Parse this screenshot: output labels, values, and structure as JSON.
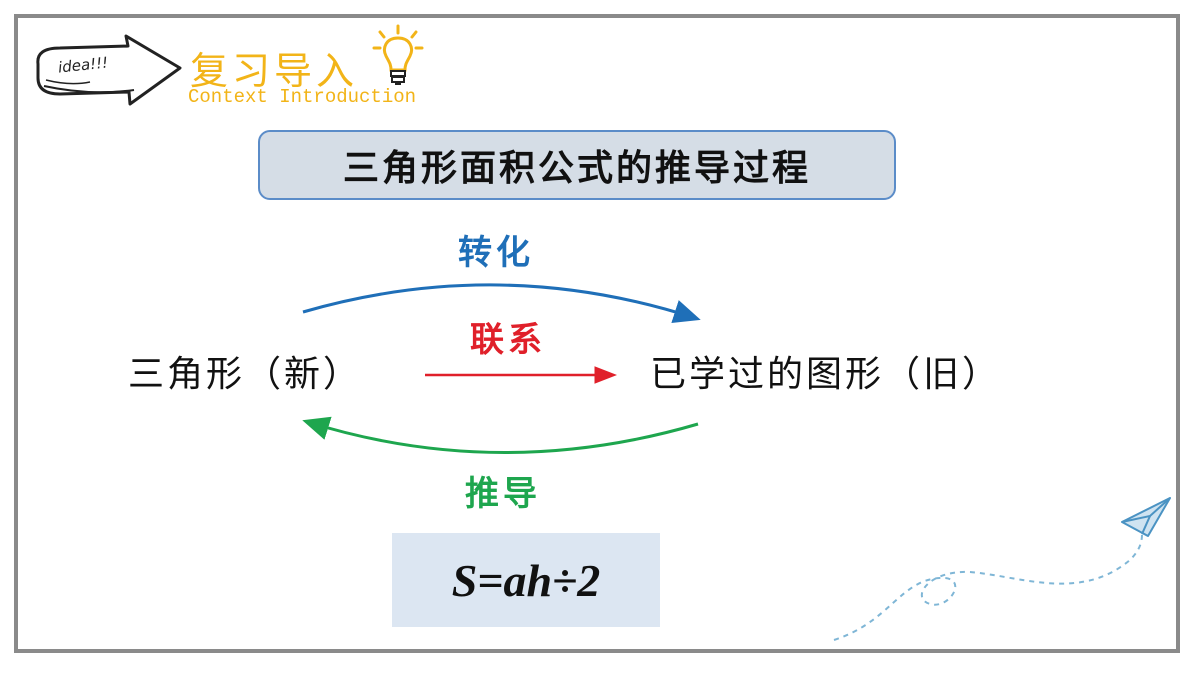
{
  "header": {
    "badge_text": "idea!!!",
    "title": "复习导入",
    "subtitle": "Context Introduction"
  },
  "main": {
    "title": "三角形面积公式的推导过程",
    "left_shape": "三角形（新）",
    "right_shape": "已学过的图形（旧）",
    "top_arrow_label": "转化",
    "middle_arrow_label": "联系",
    "bottom_arrow_label": "推导",
    "formula": "S=ah÷2"
  },
  "colors": {
    "accent_yellow": "#f2b418",
    "blue": "#1f6fb8",
    "red": "#e0202a",
    "green": "#1ea64e",
    "title_box_fill": "#d5dde6",
    "formula_box_fill": "#dce6f2"
  },
  "icons": [
    "idea-arrow-icon",
    "light-bulb-icon",
    "paper-plane-icon"
  ]
}
